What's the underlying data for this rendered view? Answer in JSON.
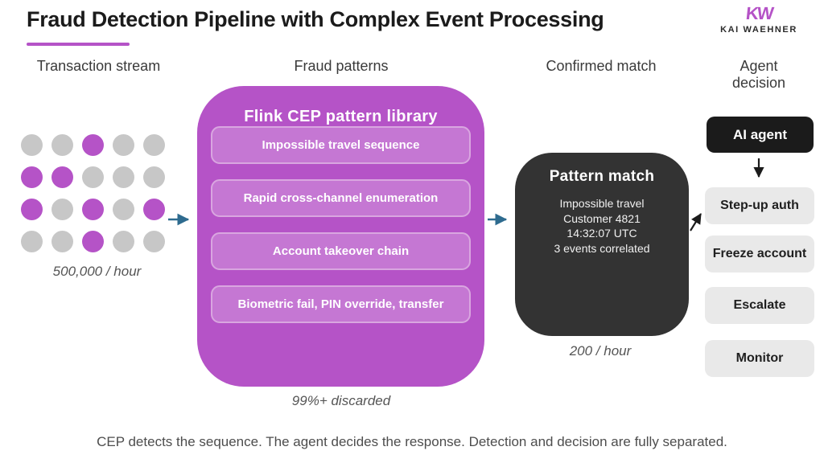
{
  "header": {
    "title": "Fraud Detection Pipeline with Complex Event Processing",
    "logo": {
      "monogram": "KW",
      "name": "KAI WAEHNER"
    }
  },
  "columns": {
    "transaction_stream": "Transaction stream",
    "fraud_patterns": "Fraud patterns",
    "confirmed_match": "Confirmed match",
    "agent_decision": "Agent decision"
  },
  "transaction_stream": {
    "rate_label": "500,000 / hour",
    "dot_rows": [
      [
        "g",
        "g",
        "m",
        "g",
        "g"
      ],
      [
        "m",
        "m",
        "g",
        "g",
        "g"
      ],
      [
        "m",
        "g",
        "m",
        "g",
        "m"
      ],
      [
        "g",
        "g",
        "m",
        "g",
        "g"
      ]
    ]
  },
  "pattern_library": {
    "title": "Flink CEP pattern library",
    "patterns": [
      "Impossible travel sequence",
      "Rapid cross-channel enumeration",
      "Account takeover chain",
      "Biometric fail, PIN override, transfer"
    ],
    "discard_label": "99%+ discarded"
  },
  "pattern_match": {
    "title": "Pattern match",
    "details": [
      "Impossible travel",
      "Customer 4821",
      "14:32:07 UTC",
      "3 events correlated"
    ],
    "rate_label": "200 / hour"
  },
  "agent": {
    "label": "AI agent",
    "actions": [
      "Step-up auth",
      "Freeze account",
      "Escalate",
      "Monitor"
    ]
  },
  "footer": {
    "caption": "CEP detects the sequence. The agent decides the response. Detection and decision are fully separated."
  },
  "colors": {
    "magenta": "#b553c7",
    "magenta_light": "#c577d3",
    "magenta_border": "#d9a6e0",
    "gray_dot": "#c7c7c7",
    "dark_box": "#333333",
    "black_box": "#1b1b1b",
    "action_bg": "#e9e9e9",
    "arrow_blue": "#2e6b8f"
  }
}
